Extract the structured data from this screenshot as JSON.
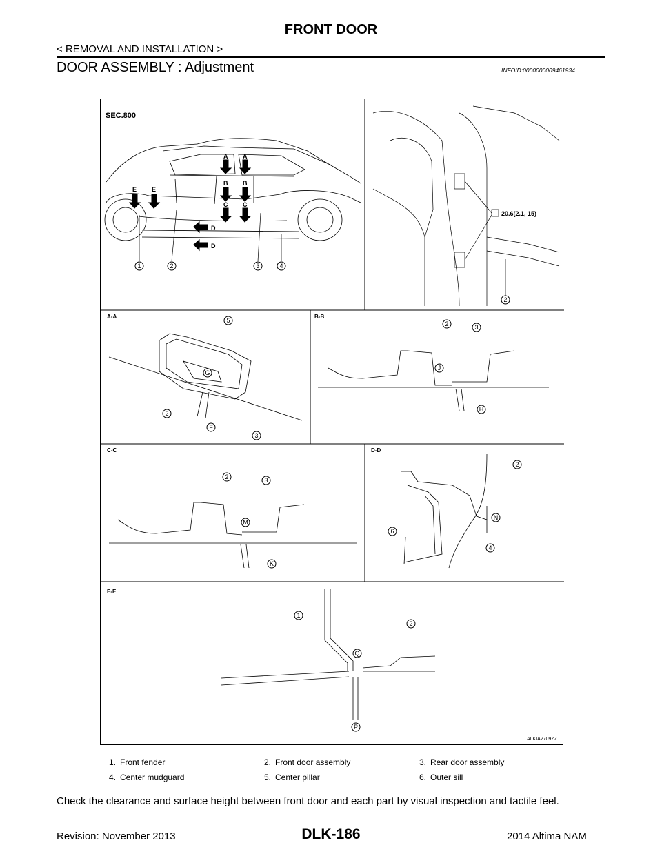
{
  "header": {
    "doc_title": "FRONT DOOR",
    "section_path": "< REMOVAL AND INSTALLATION >",
    "section_heading": "DOOR ASSEMBLY : Adjustment",
    "info_id": "INFOID:0000000009461934"
  },
  "figure": {
    "sec_label": "SEC.800",
    "torque_spec": "20.6(2.1, 15)",
    "figure_code": "ALKIA2709ZZ",
    "views": {
      "aa": "A-A",
      "bb": "B-B",
      "cc": "C-C",
      "dd": "D-D",
      "ee": "E-E"
    },
    "arrow_letters": {
      "a": "A",
      "b": "B",
      "c": "C",
      "d": "D",
      "e": "E"
    },
    "gap_letters": {
      "f": "F",
      "g": "G",
      "h": "H",
      "j": "J",
      "k": "K",
      "m": "M",
      "n": "N",
      "p": "P",
      "q": "Q"
    },
    "callouts": {
      "n1": "1",
      "n2": "2",
      "n3": "3",
      "n4": "4",
      "n5": "5",
      "n6": "6"
    }
  },
  "legend": [
    {
      "num": "1.",
      "text": "Front fender"
    },
    {
      "num": "2.",
      "text": "Front door assembly"
    },
    {
      "num": "3.",
      "text": "Rear door assembly"
    },
    {
      "num": "4.",
      "text": "Center mudguard"
    },
    {
      "num": "5.",
      "text": "Center pillar"
    },
    {
      "num": "6.",
      "text": "Outer sill"
    }
  ],
  "caption": "Check the clearance and surface height between front door and each part by visual inspection and tactile feel.",
  "footer": {
    "revision": "Revision: November 2013",
    "page": "DLK-186",
    "model": "2014 Altima NAM"
  }
}
